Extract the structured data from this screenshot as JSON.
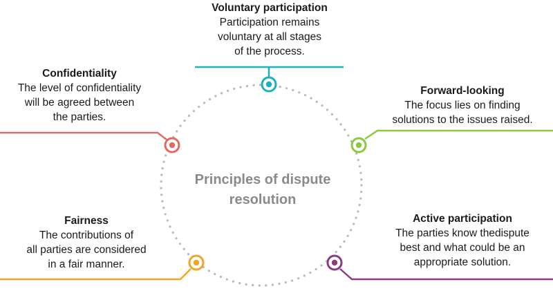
{
  "colors": {
    "voluntary": "#1ab0bd",
    "forward": "#8dc63f",
    "active": "#8b3a86",
    "fairness": "#f2a428",
    "confidentiality": "#e06a60",
    "dots": "#b8b8b8",
    "center_text": "#8a8a8a"
  },
  "center": {
    "title_line1": "Principles of dispute",
    "title_line2": "resolution"
  },
  "principles": {
    "voluntary": {
      "title": "Voluntary participation",
      "lines": [
        "Participation remains",
        "voluntary at all stages",
        "of the process."
      ]
    },
    "confidentiality": {
      "title": "Confidentiality",
      "lines": [
        "The level of confidentiality",
        "will be agreed between",
        "the parties."
      ]
    },
    "forward": {
      "title": "Forward-looking",
      "lines": [
        "The focus lies on finding",
        "solutions to the issues raised."
      ]
    },
    "fairness": {
      "title": "Fairness",
      "lines": [
        "The contributions of",
        "all parties are considered",
        "in a fair manner."
      ]
    },
    "active": {
      "title": "Active participation",
      "lines": [
        "The parties know thedispute",
        "best and what could be an",
        "appropriate solution."
      ]
    }
  }
}
